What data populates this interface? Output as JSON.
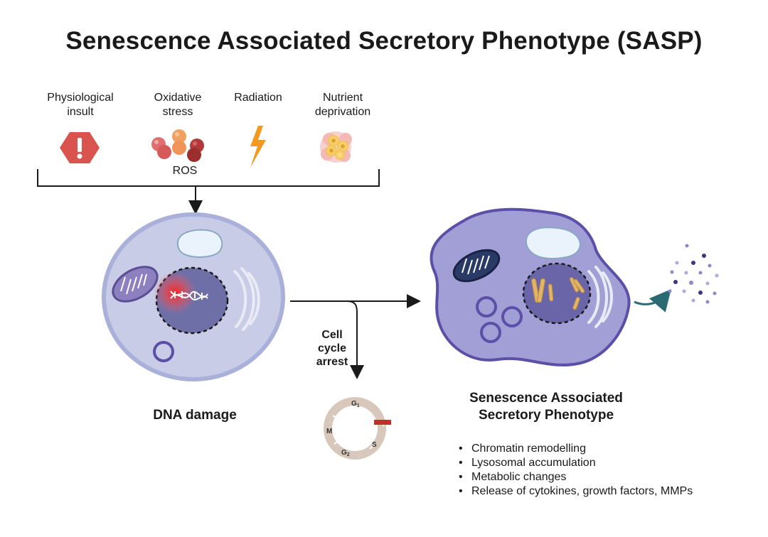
{
  "title": "Senescence Associated Secretory Phenotype (SASP)",
  "stressors": {
    "physiological": "Physiological\ninsult",
    "oxidative": "Oxidative\nstress",
    "radiation": "Radiation",
    "nutrient": "Nutrient\ndeprivation",
    "ros": "ROS"
  },
  "dna_damage": "DNA damage",
  "cell_cycle_arrest": "Cell\ncycle\narrest",
  "cycle_phases": {
    "g1": "G",
    "g1_sub": "1",
    "s": "S",
    "g2": "G",
    "g2_sub": "2",
    "m": "M"
  },
  "sasp": {
    "heading": "Senescence Associated\nSecretory Phenotype",
    "features": [
      "Chromatin remodelling",
      "Lysosomal accumulation",
      "Metabolic changes",
      "Release of cytokines, growth factors, MMPs"
    ]
  },
  "colors": {
    "cell_membrane": "#a9b0d9",
    "cell_cytoplasm": "#c9cce6",
    "nucleus": "#6f6fa8",
    "senescent_cell": "#a29fd6",
    "senescent_nucleus": "#6a64a8",
    "alert_red": "#d9534f",
    "ros_red": "#d65a5a",
    "ros_orange": "#f0955a",
    "lightning": "#f39a1e",
    "arrest_bar": "#c0302a",
    "teal_arrow": "#2a6b73"
  }
}
